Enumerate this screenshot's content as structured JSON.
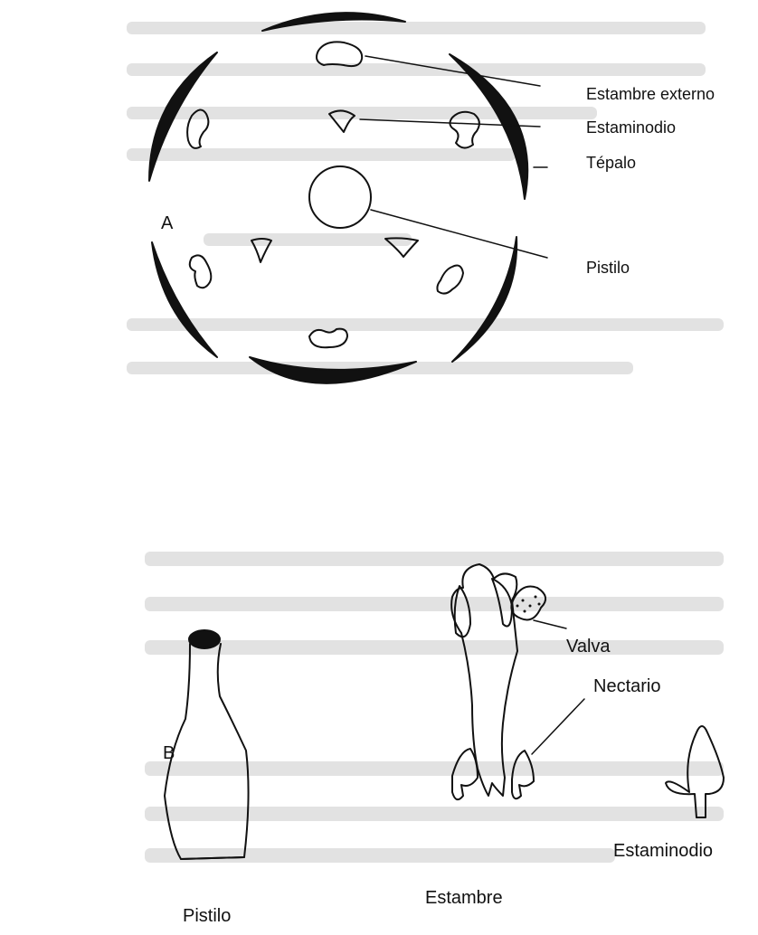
{
  "panels": {
    "a": "A",
    "b": "B"
  },
  "diagram_a": {
    "labels": {
      "outer_stamen": "Estambre externo",
      "staminode": "Estaminodio",
      "tepal": "Tépalo",
      "pistil": "Pistilo"
    }
  },
  "diagram_b": {
    "labels": {
      "pistil": "Pistilo",
      "stamen": "Estambre",
      "valve": "Valva",
      "nectary": "Nectario",
      "staminode": "Estaminodio"
    }
  },
  "colors": {
    "ink": "#111111",
    "ghost_text": "#d6d6d6",
    "background": "#ffffff"
  }
}
